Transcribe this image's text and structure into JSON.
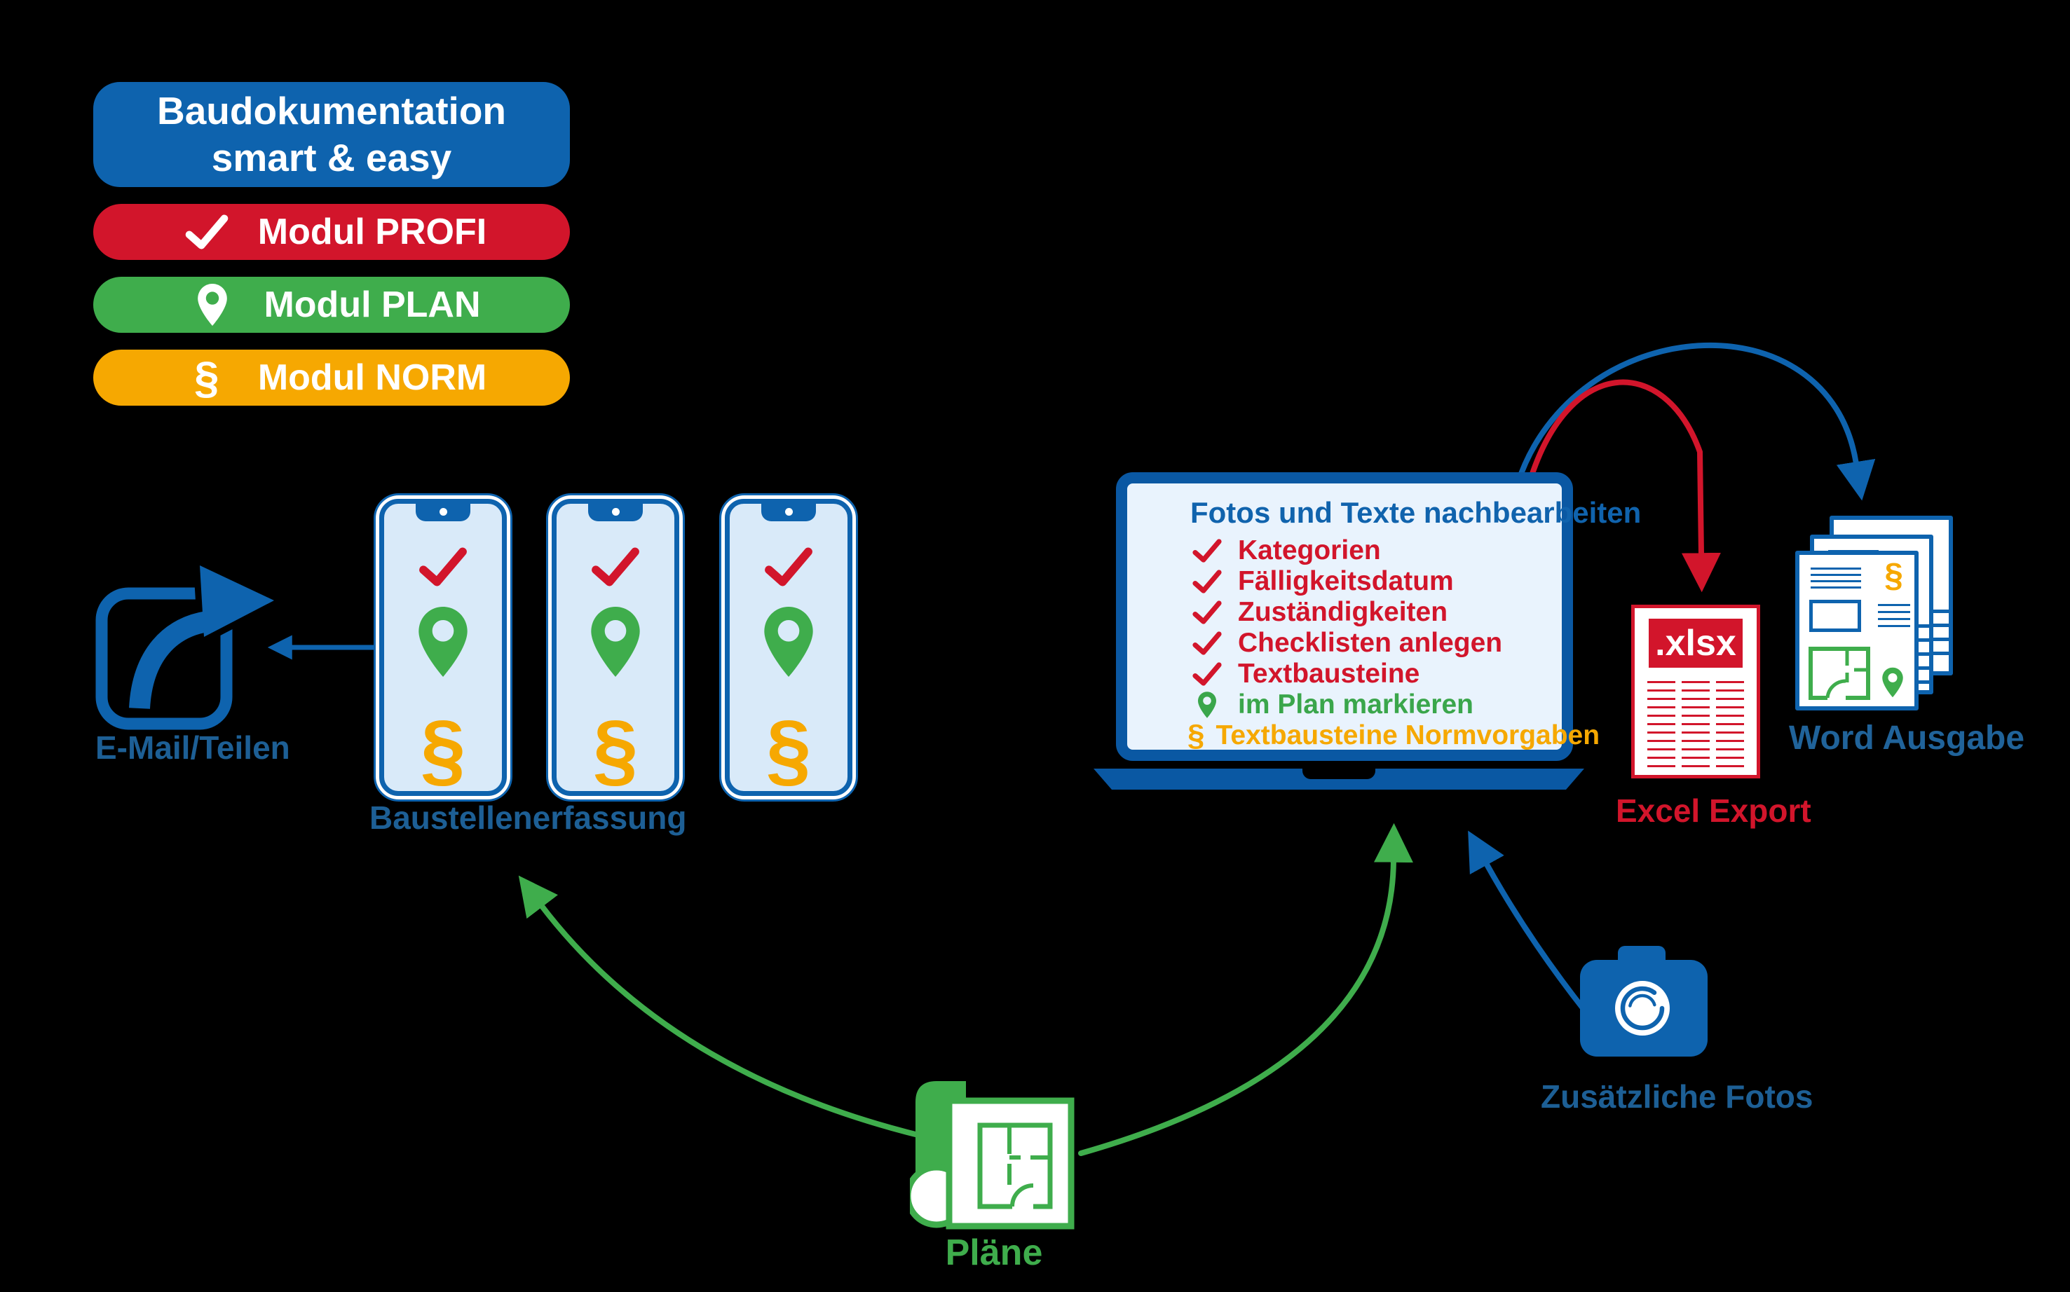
{
  "colors": {
    "blue": "#0e63ae",
    "steel_blue": "#1d5f95",
    "red": "#d2152b",
    "green": "#3fad4c",
    "yellow": "#f6a801",
    "phone_screen": "#d9eaf9",
    "laptop_screen": "#e9f3fd",
    "background": "#000000"
  },
  "legend": {
    "title_line1": "Baudokumentation",
    "title_line2": "smart & easy",
    "modules": [
      {
        "label": "Modul PROFI",
        "icon": "check-icon",
        "color": "#d2152b"
      },
      {
        "label": "Modul PLAN",
        "icon": "location-pin-icon",
        "color": "#3fad4c"
      },
      {
        "label": "Modul NORM",
        "icon": "paragraph-icon",
        "color": "#f6a801"
      }
    ]
  },
  "email_share": {
    "label": "E-Mail/Teilen",
    "icon": "share-icon"
  },
  "phones": {
    "label": "Baustellenerfassung",
    "count": 3,
    "screen_icons": [
      "check-icon",
      "location-pin-icon",
      "paragraph-icon"
    ]
  },
  "laptop": {
    "title": "Fotos und Texte nachbearbeiten",
    "items": [
      {
        "label": "Kategorien",
        "icon": "check-icon",
        "color": "#d2152b"
      },
      {
        "label": "Fälligkeitsdatum",
        "icon": "check-icon",
        "color": "#d2152b"
      },
      {
        "label": "Zuständigkeiten",
        "icon": "check-icon",
        "color": "#d2152b"
      },
      {
        "label": "Checklisten anlegen",
        "icon": "check-icon",
        "color": "#d2152b"
      },
      {
        "label": "Textbausteine",
        "icon": "check-icon",
        "color": "#d2152b"
      },
      {
        "label": "im Plan markieren",
        "icon": "location-pin-icon",
        "color": "#3aa64b"
      },
      {
        "label": "Textbausteine Normvorgaben",
        "icon": "paragraph-icon",
        "color": "#f6a801"
      }
    ]
  },
  "excel": {
    "badge": ".xlsx",
    "label": "Excel Export"
  },
  "word": {
    "label": "Word Ausgabe"
  },
  "camera": {
    "label": "Zusätzliche Fotos"
  },
  "plans": {
    "label": "Pläne"
  },
  "arrows": [
    {
      "from": "laptop",
      "to": "word-output",
      "color": "#0e63ae"
    },
    {
      "from": "laptop",
      "to": "excel-export",
      "color": "#d2152b"
    },
    {
      "from": "phones",
      "to": "email-share",
      "color": "#0e63ae"
    },
    {
      "from": "plans",
      "to": "phones",
      "color": "#3fad4c"
    },
    {
      "from": "plans",
      "to": "laptop",
      "color": "#3fad4c"
    },
    {
      "from": "camera",
      "to": "laptop",
      "color": "#0e63ae"
    }
  ]
}
